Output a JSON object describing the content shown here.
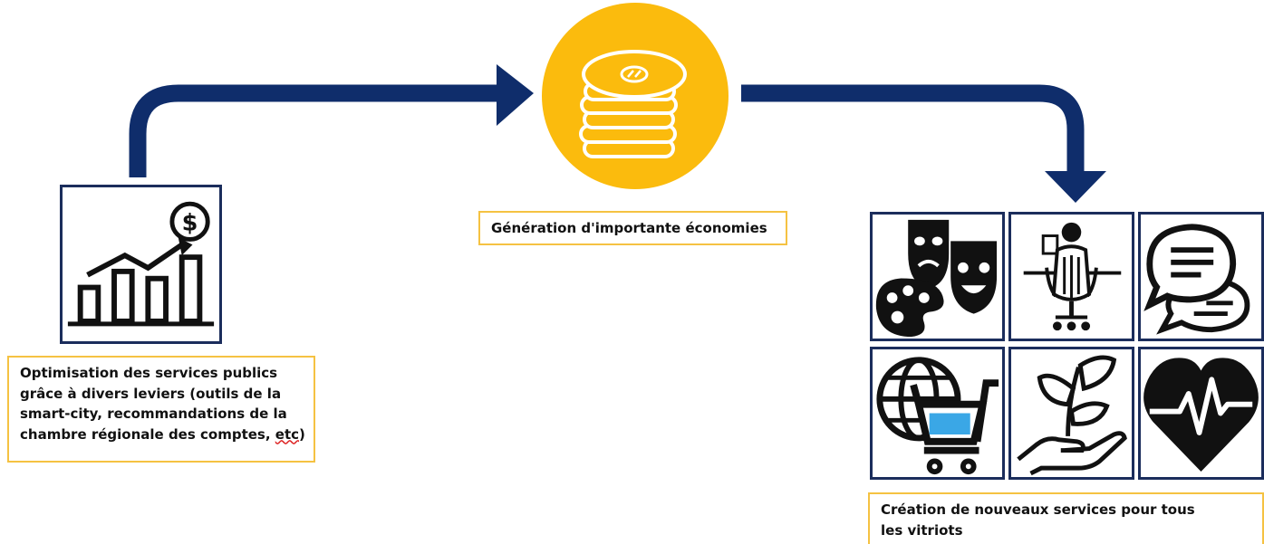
{
  "steps": {
    "optimisation": {
      "line1": "Optimisation des services publics",
      "line2": "grâce à divers leviers (outils de la",
      "line3": "smart-city, recommandations de la",
      "line4_text": "chambre régionale des comptes, ",
      "line4_underlined": "etc",
      "line4_end": ")",
      "icon": "growth-chart-dollar-icon"
    },
    "savings": {
      "label": "Génération d'importante économies",
      "icon": "coin-stack-euro-icon"
    },
    "services": {
      "label": "Création de nouveaux services pour tous les vitriots",
      "icons": [
        "culture-masks-palette-icon",
        "office-worker-icon",
        "speech-bubbles-icon",
        "ecommerce-globe-cart-icon",
        "plant-in-hand-icon",
        "health-heart-icon"
      ]
    }
  },
  "colors": {
    "arrow": "#0f2d6b",
    "coin_circle": "#fbbb0d",
    "caption_border": "#f5c242",
    "tile_border": "#1b2d5c",
    "cart_fill": "#3aa7e6"
  }
}
